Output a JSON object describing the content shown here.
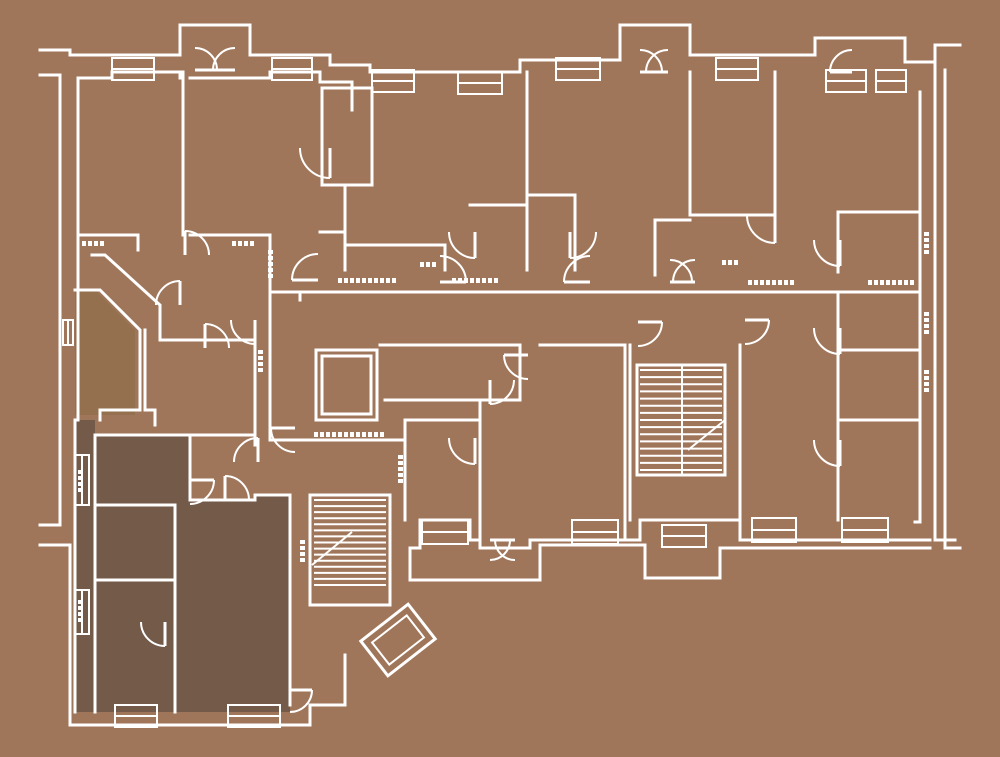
{
  "colors": {
    "background": "#a0765b",
    "wall": "#ffffff",
    "highlight_dark": "#735a49",
    "highlight_light": "#94704f"
  },
  "plan": {
    "highlighted_unit": {
      "fill": "highlight_dark"
    },
    "corner_room": {
      "fill": "highlight_light"
    },
    "stairwells": 2,
    "text_labels": []
  }
}
